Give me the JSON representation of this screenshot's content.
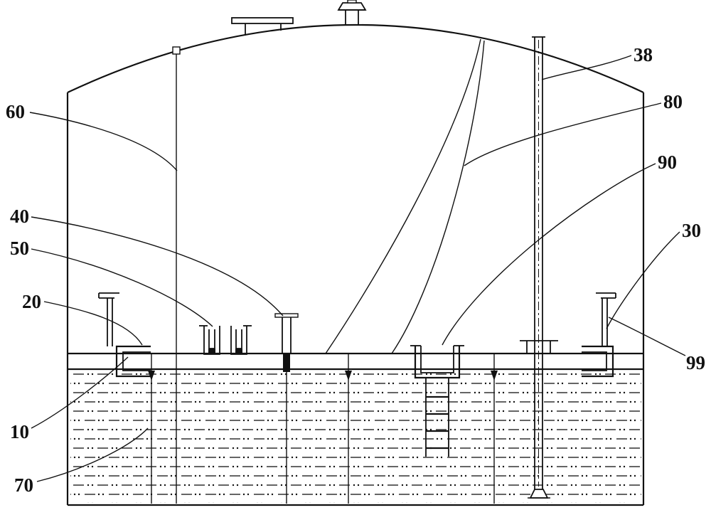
{
  "figure": {
    "kind": "tank-cross-section-technical-drawing",
    "background_color": "#ffffff",
    "line_color": "#111111"
  },
  "labels": {
    "n10": "10",
    "n20": "20",
    "n30": "30",
    "n38": "38",
    "n40": "40",
    "n50": "50",
    "n60": "60",
    "n70": "70",
    "n80": "80",
    "n90": "90",
    "n99": "99"
  }
}
